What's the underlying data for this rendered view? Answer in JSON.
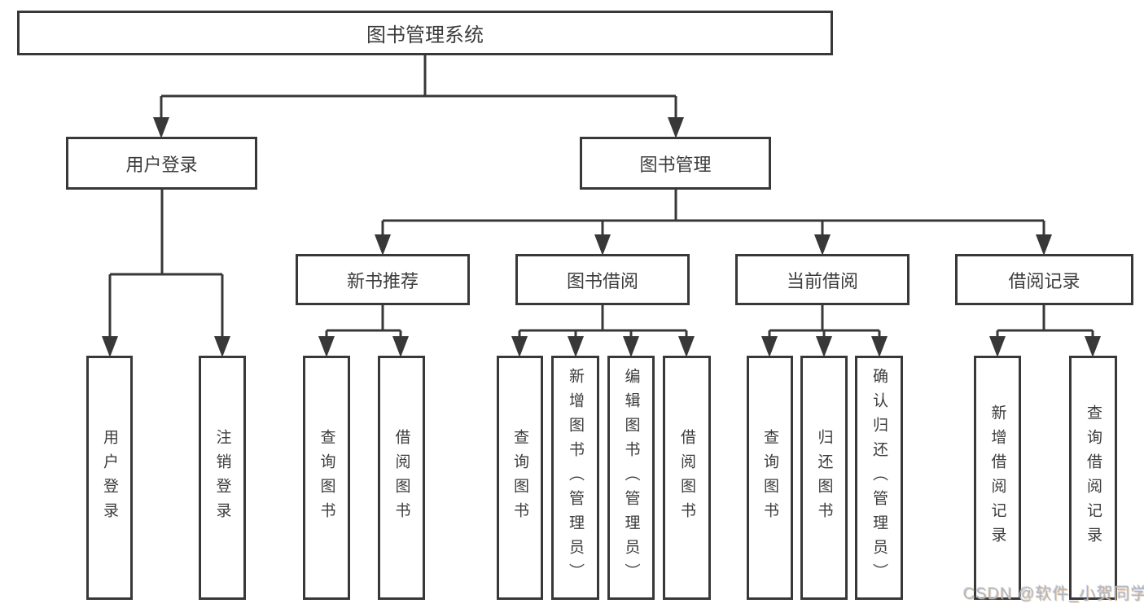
{
  "diagram": {
    "tree": {
      "label": "图书管理系统",
      "children": [
        {
          "label": "用户登录",
          "children": [
            {
              "label": "用户登录"
            },
            {
              "label": "注销登录"
            }
          ]
        },
        {
          "label": "图书管理",
          "children": [
            {
              "label": "新书推荐",
              "children": [
                {
                  "label": "查询图书"
                },
                {
                  "label": "借阅图书"
                }
              ]
            },
            {
              "label": "图书借阅",
              "children": [
                {
                  "label": "查询图书"
                },
                {
                  "label": "新增图书（管理员）"
                },
                {
                  "label": "编辑图书（管理员）"
                },
                {
                  "label": "借阅图书"
                }
              ]
            },
            {
              "label": "当前借阅",
              "children": [
                {
                  "label": "查询图书"
                },
                {
                  "label": "归还图书"
                },
                {
                  "label": "确认归还（管理员）"
                }
              ]
            },
            {
              "label": "借阅记录",
              "children": [
                {
                  "label": "新增借阅记录"
                },
                {
                  "label": "查询借阅记录"
                }
              ]
            }
          ]
        }
      ]
    },
    "colors": {
      "line": "#383838",
      "text": "#3c3c3c",
      "background": "#ffffff",
      "watermark": "#b5b5b5"
    }
  },
  "watermark": {
    "text": "CSDN @软件_小贺同学"
  }
}
